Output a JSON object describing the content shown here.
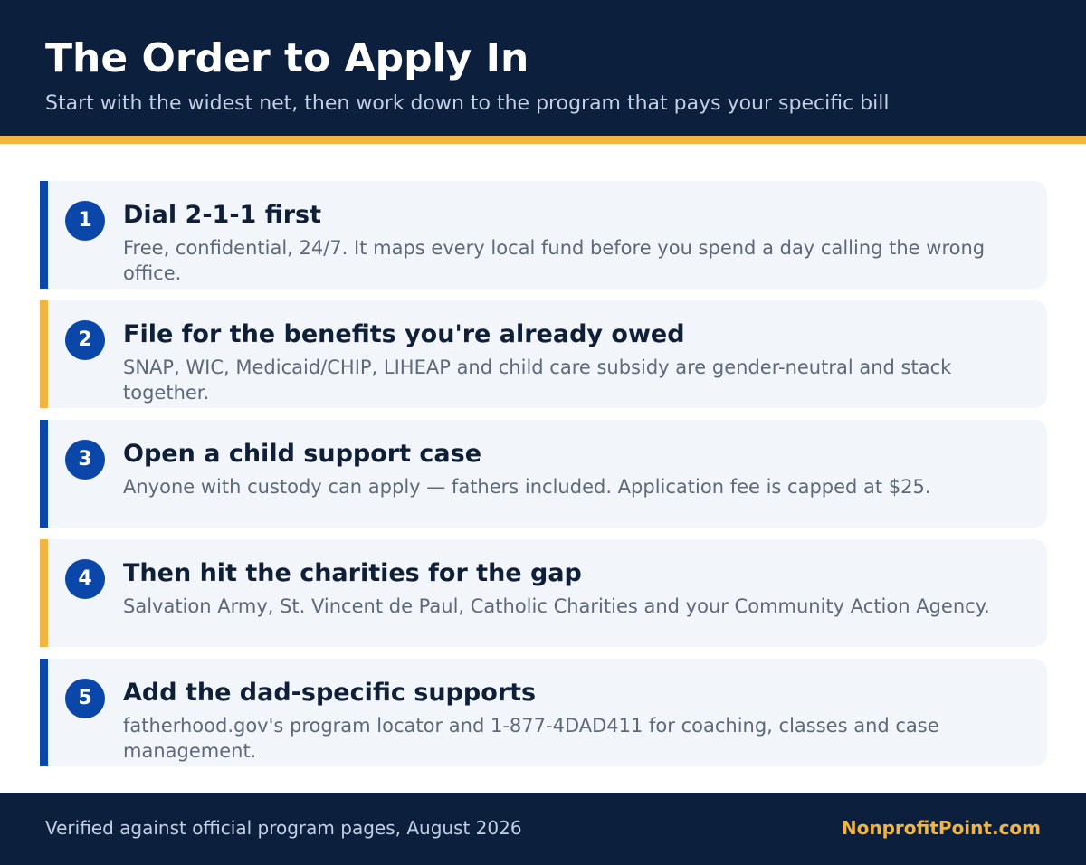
{
  "header": {
    "title": "The Order to Apply In",
    "subtitle": "Start with the widest net, then work down to the program that pays your specific bill"
  },
  "colors": {
    "navy": "#0c1f3d",
    "blue": "#0b47a8",
    "gold": "#f1b541",
    "card_bg": "#f2f6fb"
  },
  "steps": [
    {
      "number": "1",
      "title": "Dial 2-1-1 first",
      "description": "Free, confidential, 24/7. It maps every local fund before you spend a day calling the wrong office.",
      "accent": "#0b47a8"
    },
    {
      "number": "2",
      "title": "File for the benefits you're already owed",
      "description": "SNAP, WIC, Medicaid/CHIP, LIHEAP and child care subsidy are gender-neutral and stack together.",
      "accent": "#f1b541"
    },
    {
      "number": "3",
      "title": "Open a child support case",
      "description": "Anyone with custody can apply — fathers included. Application fee is capped at $25.",
      "accent": "#0b47a8"
    },
    {
      "number": "4",
      "title": "Then hit the charities for the gap",
      "description": "Salvation Army, St. Vincent de Paul, Catholic Charities and your Community Action Agency.",
      "accent": "#f1b541"
    },
    {
      "number": "5",
      "title": "Add the dad-specific supports",
      "description": "fatherhood.gov's program locator and 1-877-4DAD411 for coaching, classes and case management.",
      "accent": "#0b47a8"
    }
  ],
  "footer": {
    "note": "Verified against official program pages, August 2026",
    "brand": "NonprofitPoint.com"
  }
}
